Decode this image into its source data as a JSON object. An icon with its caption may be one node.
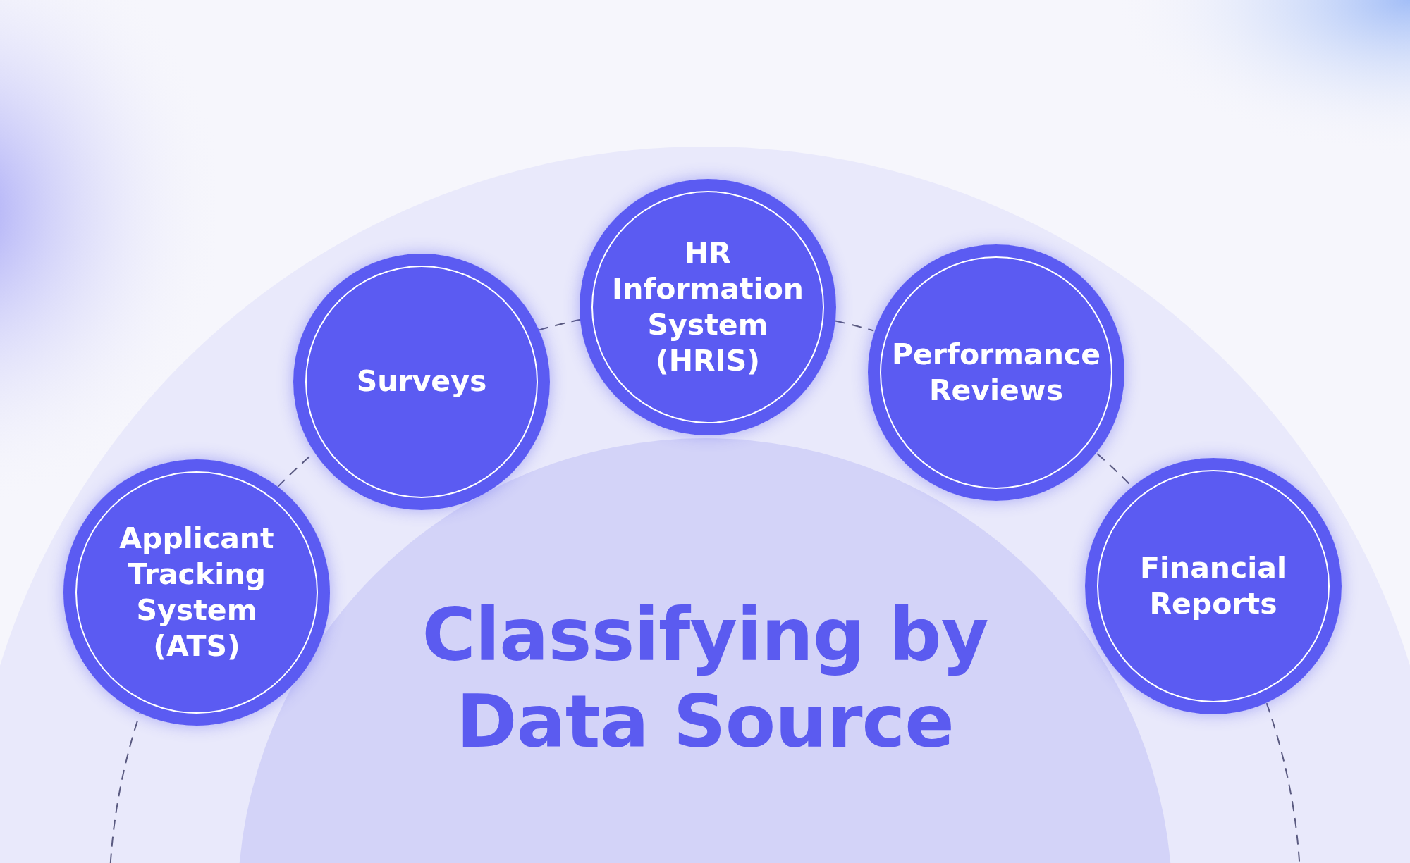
{
  "diagram": {
    "title": "Classifying by Data Source",
    "nodes": [
      {
        "text": [
          "Applicant Tracking System (ATS)"
        ]
      },
      {
        "text": [
          "Surveys"
        ]
      },
      {
        "text": [
          "HR Information System (HRIS)"
        ]
      },
      {
        "text": [
          "Performance Reviews"
        ]
      },
      {
        "text": [
          "Financial Reports"
        ]
      }
    ],
    "edges": [
      {
        "from": null,
        "to": 0,
        "arrow": "none",
        "style": "dashed"
      },
      {
        "from": 0,
        "to": 1,
        "arrow": "none",
        "style": "dashed"
      },
      {
        "from": 1,
        "to": 2,
        "arrow": "none",
        "style": "dashed"
      },
      {
        "from": 2,
        "to": 3,
        "arrow": "none",
        "style": "dashed"
      },
      {
        "from": 3,
        "to": 4,
        "arrow": "none",
        "style": "dashed"
      },
      {
        "from": 4,
        "to": null,
        "arrow": "none",
        "style": "dashed"
      }
    ]
  }
}
